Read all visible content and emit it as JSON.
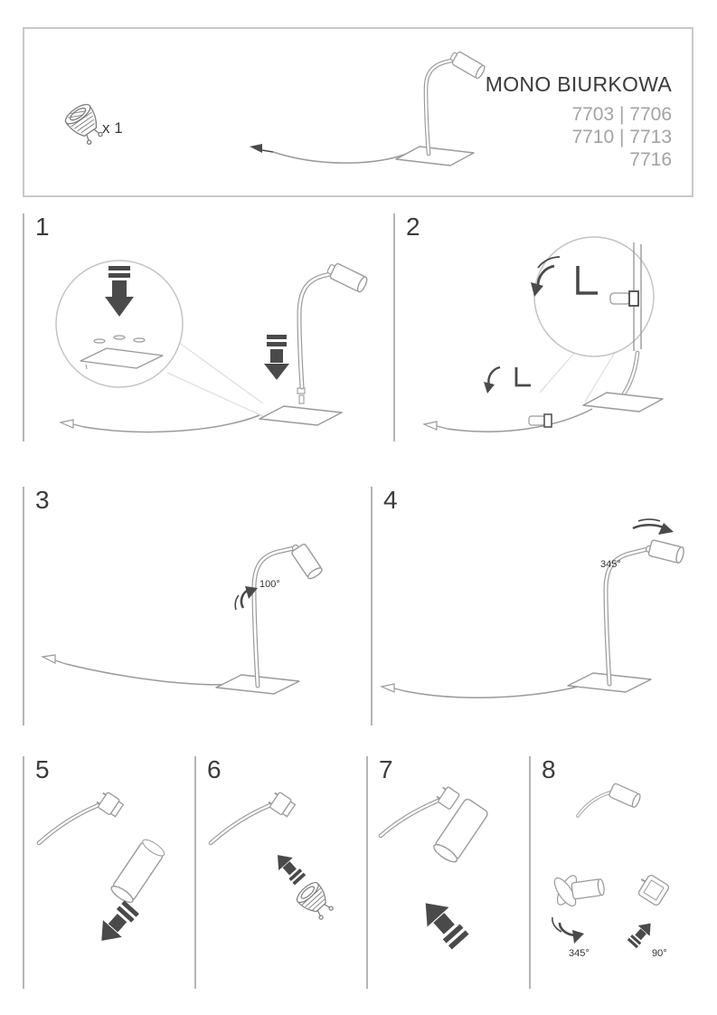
{
  "header": {
    "title": "MONO BIURKOWA",
    "models": [
      "7703 | 7706",
      "7710 | 7713",
      "7716"
    ],
    "bulb_count_label": "x 1"
  },
  "steps": [
    {
      "number": "1"
    },
    {
      "number": "2"
    },
    {
      "number": "3",
      "rotation_label": "100°"
    },
    {
      "number": "4",
      "rotation_label": "345°"
    },
    {
      "number": "5"
    },
    {
      "number": "6"
    },
    {
      "number": "7"
    },
    {
      "number": "8",
      "spin_label": "345°",
      "tilt_label": "90°"
    }
  ],
  "colors": {
    "outline_gray": "#9a9a9a",
    "detail_dark": "#4a4a4a",
    "frame_border": "#c9c9c9",
    "divider_gray": "#b5b5b5",
    "model_text": "#a3a3a3",
    "title_text": "#3a3a3a"
  }
}
